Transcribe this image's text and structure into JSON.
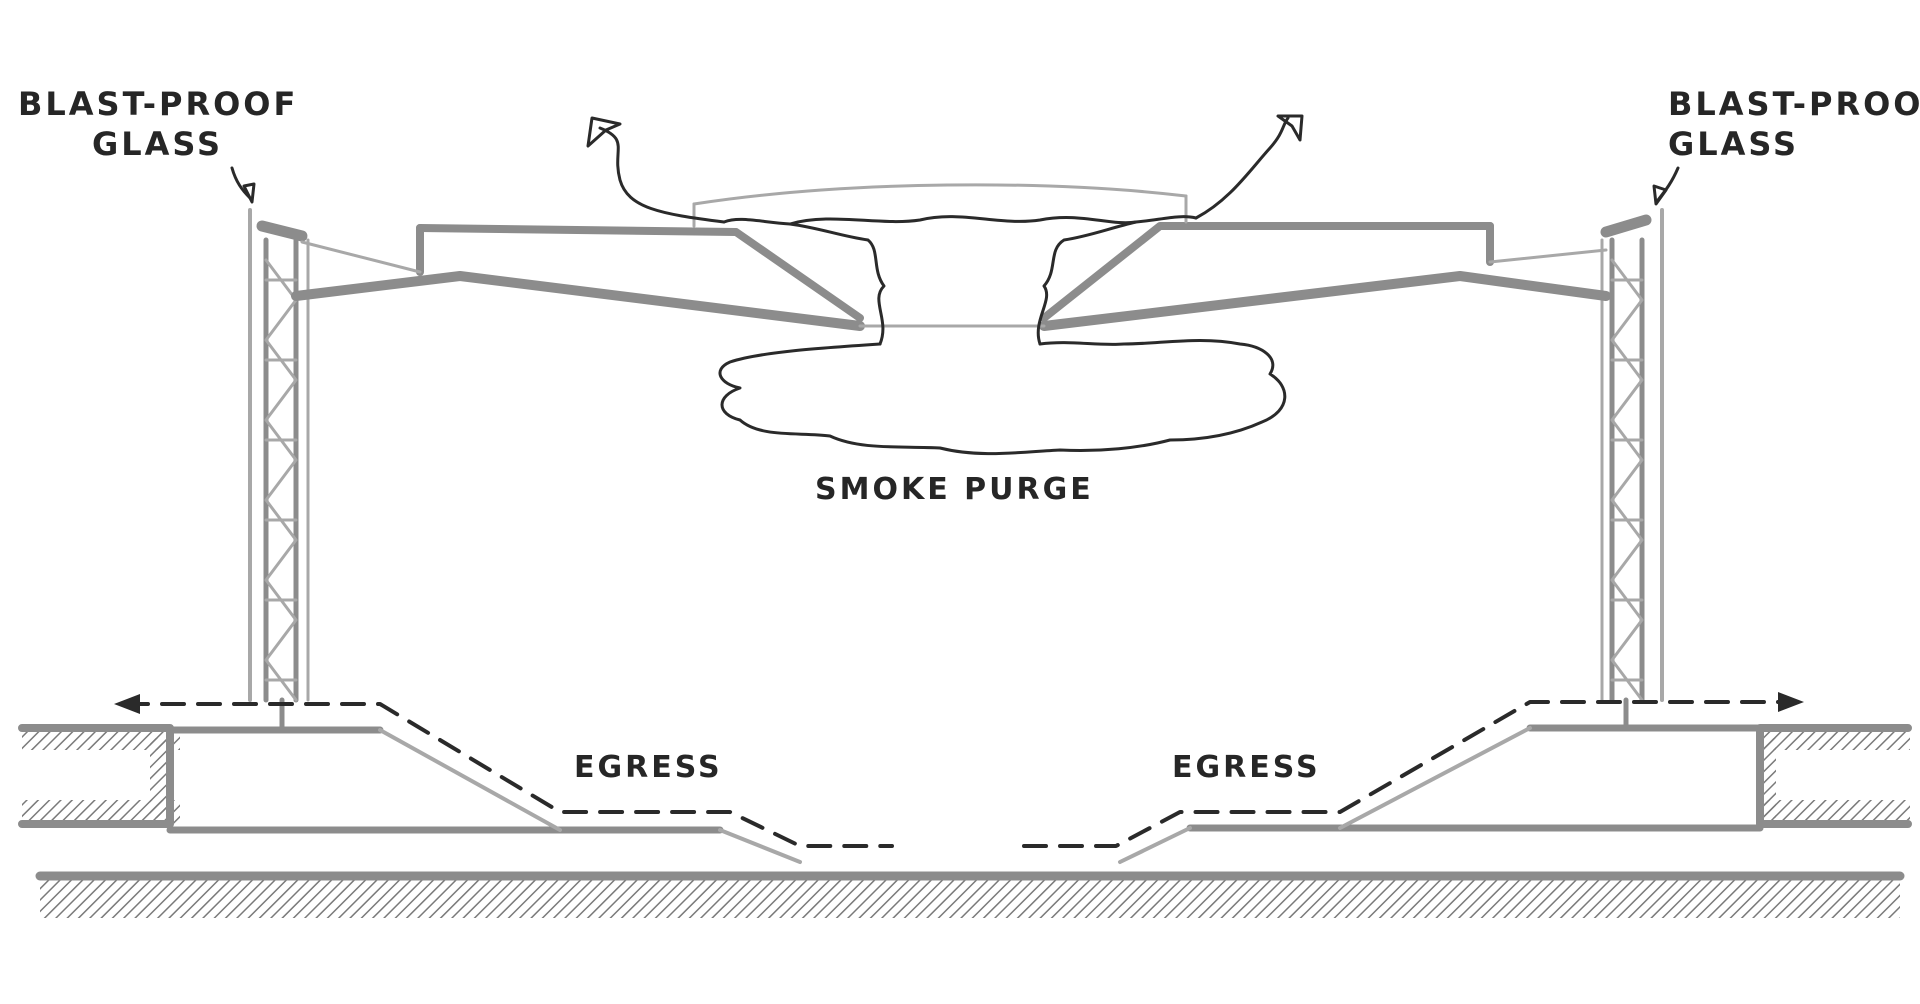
{
  "labels": {
    "blast_proof_glass_left": {
      "line1": "BLAST-PROOF",
      "line2": "GLASS"
    },
    "blast_proof_glass_right": {
      "line1": "BLAST-PROOF",
      "line2": "GLASS"
    },
    "smoke_purge": "SMOKE PURGE",
    "egress_left": "EGRESS",
    "egress_right": "EGRESS"
  },
  "colors": {
    "ink": "#2a2a2a",
    "structure_grey": "#8c8c8c",
    "light_grey": "#a8a8a8",
    "background": "#ffffff"
  }
}
